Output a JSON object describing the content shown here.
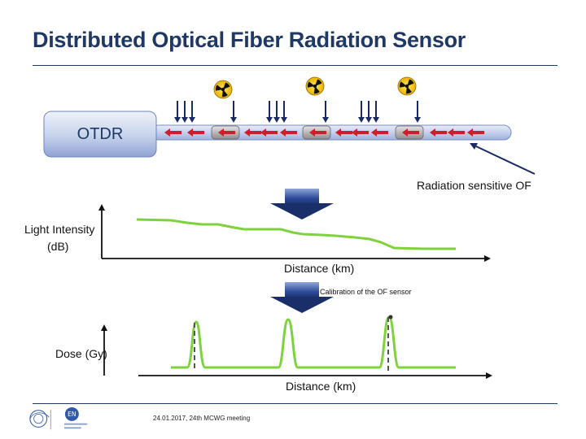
{
  "slide": {
    "title": "Distributed Optical Fiber Radiation Sensor"
  },
  "otdr": {
    "label": "OTDR"
  },
  "labels": {
    "radiation_sensitive": "Radiation sensitive OF",
    "light_intensity_line1": "Light Intensity",
    "light_intensity_line2": "(dB)",
    "distance_1": "Distance (km)",
    "calibration": "Calibration of the OF sensor",
    "dose": "Dose (Gy)",
    "distance_2": "Distance (km)"
  },
  "footer": {
    "text": "24.01.2017,  24th MCWG meeting"
  },
  "icons": {
    "radiation": "radiation-icon",
    "arrow_down": "arrow-down-icon"
  },
  "colors": {
    "title": "#1f3864",
    "fiber": "#cfd8ef",
    "curve": "#7ed23c",
    "signal_arrow": "#cc1f2a",
    "otdr_box": "#c5d1ec"
  }
}
